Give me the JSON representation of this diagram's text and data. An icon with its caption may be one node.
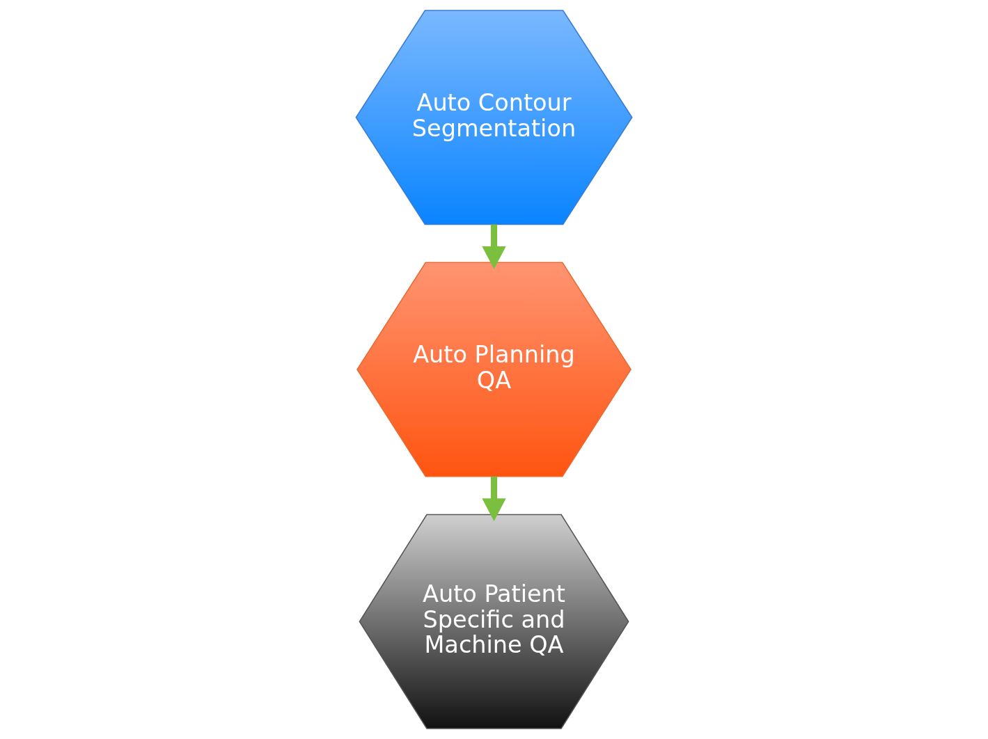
{
  "diagram": {
    "nodes": [
      {
        "text": [
          "Auto Contour Segmentation"
        ]
      },
      {
        "text": [
          "Auto Planning QA"
        ]
      },
      {
        "text": [
          "Auto Patient Specific and Machine QA"
        ]
      }
    ],
    "edges": [
      {
        "from": 0,
        "to": 1,
        "arrow": "to"
      },
      {
        "from": 1,
        "to": 2,
        "arrow": "to"
      }
    ]
  }
}
